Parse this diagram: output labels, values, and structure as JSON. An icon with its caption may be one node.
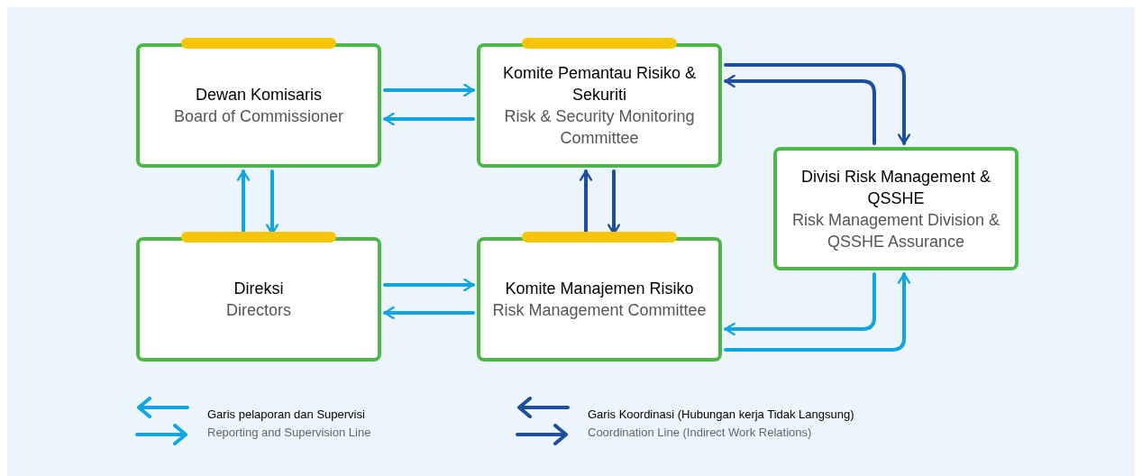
{
  "diagram": {
    "nodes": [
      {
        "text": [
          "Dewan Komisaris",
          "Board of Commissioner"
        ]
      },
      {
        "text": [
          "Komite Pemantau Risiko & Sekuriti",
          "Risk & Security Monitoring Committee"
        ]
      },
      {
        "text": [
          "Direksi",
          "Directors"
        ]
      },
      {
        "text": [
          "Komite Manajemen Risiko",
          "Risk Management Committee"
        ]
      },
      {
        "text": [
          "Divisi Risk Management & QSSHE",
          "Risk Management Division & QSSHE Assurance"
        ]
      }
    ],
    "edges": [
      {
        "from": 0,
        "to": 1,
        "arrow": "to"
      },
      {
        "from": 1,
        "to": 0,
        "arrow": "to"
      },
      {
        "from": 0,
        "to": 2,
        "arrow": "to"
      },
      {
        "from": 2,
        "to": 0,
        "arrow": "to"
      },
      {
        "from": 2,
        "to": 3,
        "arrow": "to"
      },
      {
        "from": 3,
        "to": 2,
        "arrow": "to"
      },
      {
        "from": 1,
        "to": 3,
        "arrow": "to",
        "color": "#1e4f9e"
      },
      {
        "from": 3,
        "to": 1,
        "arrow": "to",
        "color": "#1e4f9e"
      },
      {
        "from": 1,
        "to": 4,
        "arrow": "to",
        "color": "#1e4f9e"
      },
      {
        "from": 4,
        "to": 1,
        "arrow": "to",
        "color": "#1e4f9e"
      },
      {
        "from": 4,
        "to": 3,
        "arrow": "to"
      },
      {
        "from": 3,
        "to": 4,
        "arrow": "to"
      }
    ],
    "legend": [
      {
        "text": "Garis pelaporan dan Supervisi",
        "color": "#12a5df"
      },
      {
        "text": "Reporting and Supervision Line",
        "color": "#12a5df"
      },
      {
        "text": "Garis Koordinasi (Hubungan kerja Tidak Langsung)",
        "color": "#1e4f9e"
      },
      {
        "text": "Coordination Line (Indirect Work Relations)",
        "color": "#1e4f9e"
      }
    ]
  }
}
